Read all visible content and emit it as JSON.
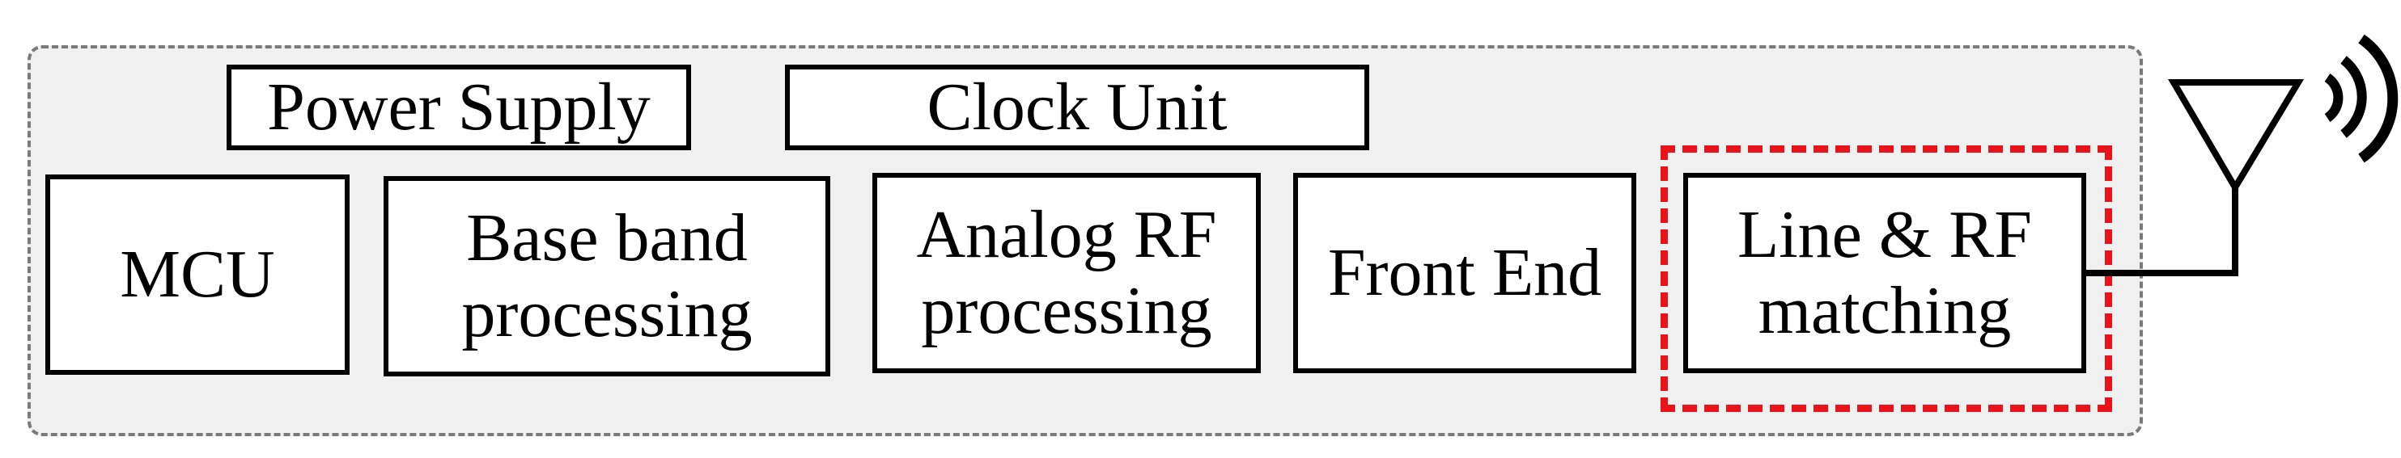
{
  "diagram": {
    "top_blocks": [
      {
        "id": "power-supply",
        "label": "Power Supply"
      },
      {
        "id": "clock-unit",
        "label": "Clock Unit"
      }
    ],
    "chain_blocks": [
      {
        "id": "mcu",
        "label": "MCU"
      },
      {
        "id": "base-band",
        "label": "Base band\nprocessing"
      },
      {
        "id": "analog-rf",
        "label": "Analog RF\nprocessing"
      },
      {
        "id": "front-end",
        "label": "Front End"
      },
      {
        "id": "line-rf-matching",
        "label": "Line & RF\nmatching"
      }
    ],
    "highlight_color": "#e8141c",
    "container_fill": "#f0f0f0",
    "icons": [
      "antenna-icon",
      "radio-waves-icon"
    ]
  }
}
